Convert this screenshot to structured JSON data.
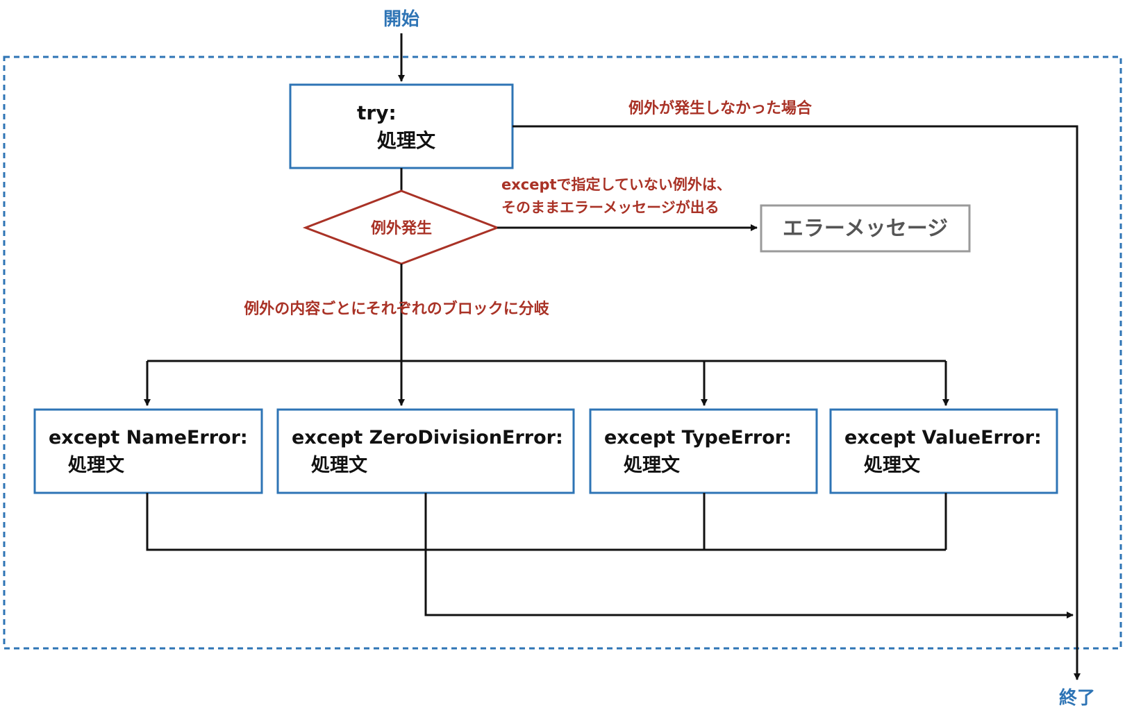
{
  "start_label": "開始",
  "end_label": "終了",
  "try_block": {
    "line1": "try:",
    "line2": "処理文"
  },
  "no_exception_label": "例外が発生しなかった場合",
  "exception_diamond": "例外発生",
  "unhandled_note": {
    "line1": "exceptで指定していない例外は、",
    "line2": "そのままエラーメッセージが出る"
  },
  "error_message_box": "エラーメッセージ",
  "branch_label": "例外の内容ごとにそれぞれのブロックに分岐",
  "except_blocks": [
    {
      "header": "except NameError:",
      "body": "処理文"
    },
    {
      "header": "except ZeroDivisionError:",
      "body": "処理文"
    },
    {
      "header": "except TypeError:",
      "body": "処理文"
    },
    {
      "header": "except ValueError:",
      "body": "処理文"
    }
  ],
  "colors": {
    "blue": "#2e74b5",
    "red": "#a93226",
    "gray": "#9a9a9a",
    "line": "#111111"
  }
}
